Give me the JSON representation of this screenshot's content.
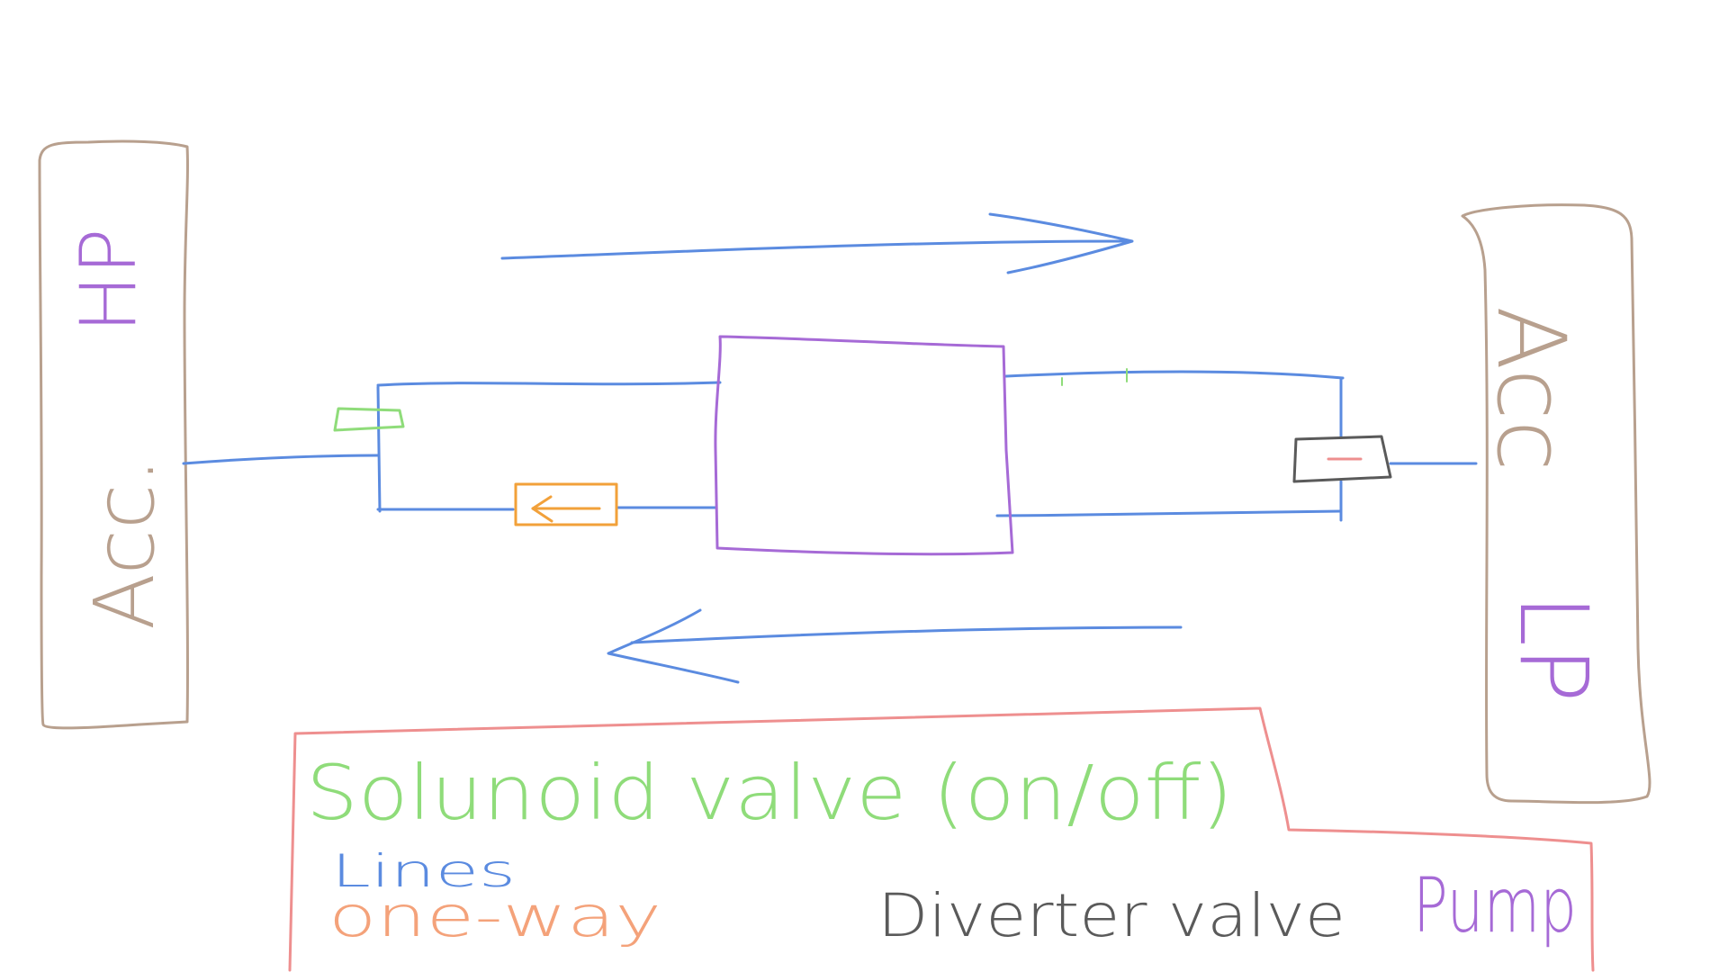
{
  "canvas": {
    "background": "#ffffff"
  },
  "colors": {
    "accumulator": "#b8a08e",
    "pump": "#a66ad6",
    "lines": "#5b8be0",
    "solenoid": "#8fdc7a",
    "one_way": "#f2a13a",
    "one_way_label": "#f4a27a",
    "diverter": "#5a5a5a",
    "legend_border": "#ee8f8f"
  },
  "acc_hp": {
    "label_main": "Acc.",
    "label_sub": "HP"
  },
  "acc_lp": {
    "label_main": "Acc",
    "label_sub": "LP"
  },
  "legend": {
    "solenoid_label": "Solunoid valve (on/off)",
    "lines_label": "Lines",
    "one_way_label": "one-way",
    "diverter_label": "Diverter valve",
    "pump_label": "Pump"
  },
  "icons": {
    "flow_arrow_right": "arrow-right-icon",
    "flow_arrow_left": "arrow-left-icon",
    "one_way_arrow": "arrow-left-icon"
  }
}
